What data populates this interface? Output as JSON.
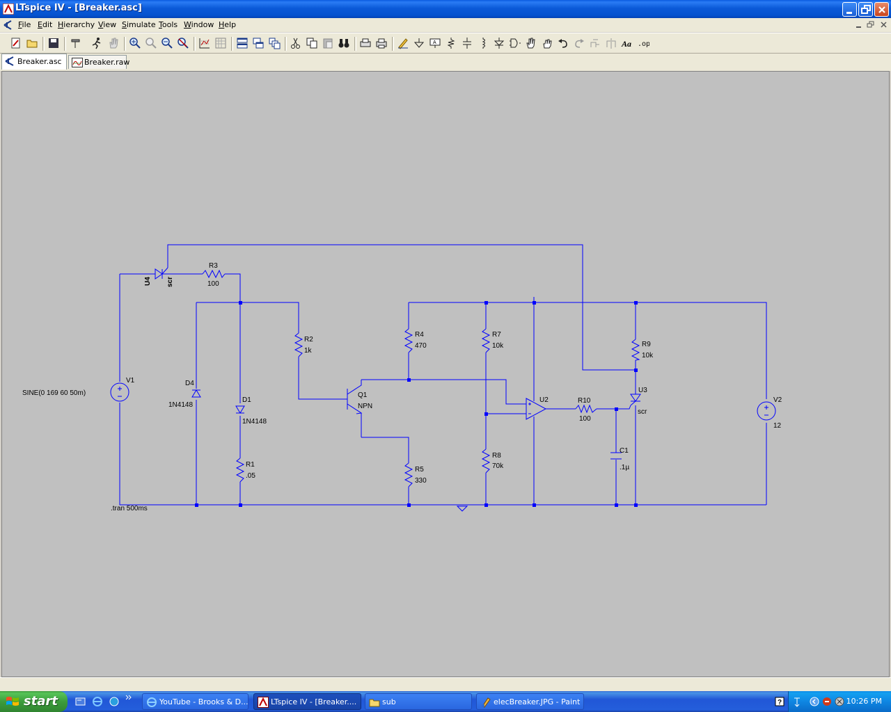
{
  "window": {
    "title": "LTspice IV - [Breaker.asc]"
  },
  "menu": {
    "items": [
      "File",
      "Edit",
      "Hierarchy",
      "View",
      "Simulate",
      "Tools",
      "Window",
      "Help"
    ],
    "mnemonics": [
      "F",
      "E",
      "H",
      "V",
      "S",
      "T",
      "W",
      "H"
    ]
  },
  "tabs": [
    {
      "label": "Breaker.asc",
      "active": true,
      "icon": "schematic-icon"
    },
    {
      "label": "Breaker.raw",
      "active": false,
      "icon": "waveform-icon"
    }
  ],
  "schematic": {
    "wire_color": "#0000ff",
    "background": "#c0c0c0",
    "components": {
      "V1": {
        "name": "V1",
        "value": "SINE(0 169 60 50m)"
      },
      "U4": {
        "name": "U4",
        "value": "scr"
      },
      "R3": {
        "name": "R3",
        "value": "100"
      },
      "D4": {
        "name": "D4",
        "value": "1N4148"
      },
      "D1": {
        "name": "D1",
        "value": "1N4148"
      },
      "R1": {
        "name": "R1",
        "value": ".05"
      },
      "R2": {
        "name": "R2",
        "value": "1k"
      },
      "Q1": {
        "name": "Q1",
        "value": "NPN"
      },
      "R4": {
        "name": "R4",
        "value": "470"
      },
      "R5": {
        "name": "R5",
        "value": "330"
      },
      "R7": {
        "name": "R7",
        "value": "10k"
      },
      "R8": {
        "name": "R8",
        "value": "70k"
      },
      "U2": {
        "name": "U2"
      },
      "R10": {
        "name": "R10",
        "value": "100"
      },
      "C1": {
        "name": "C1",
        "value": ".1µ"
      },
      "R9": {
        "name": "R9",
        "value": "10k"
      },
      "U3": {
        "name": "U3",
        "value": "scr"
      },
      "V2": {
        "name": "V2",
        "value": "12"
      }
    },
    "directive": ".tran 500ms"
  },
  "taskbar": {
    "start_label": "start",
    "tasks": [
      {
        "label": "YouTube - Brooks & D...",
        "icon": "ie-icon",
        "active": false
      },
      {
        "label": "LTspice IV - [Breaker....",
        "icon": "ltspice-icon",
        "active": true
      },
      {
        "label": "sub",
        "icon": "folder-icon",
        "active": false
      },
      {
        "label": "elecBreaker.JPG - Paint",
        "icon": "paint-icon",
        "active": false
      }
    ],
    "clock": "10:26 PM"
  }
}
